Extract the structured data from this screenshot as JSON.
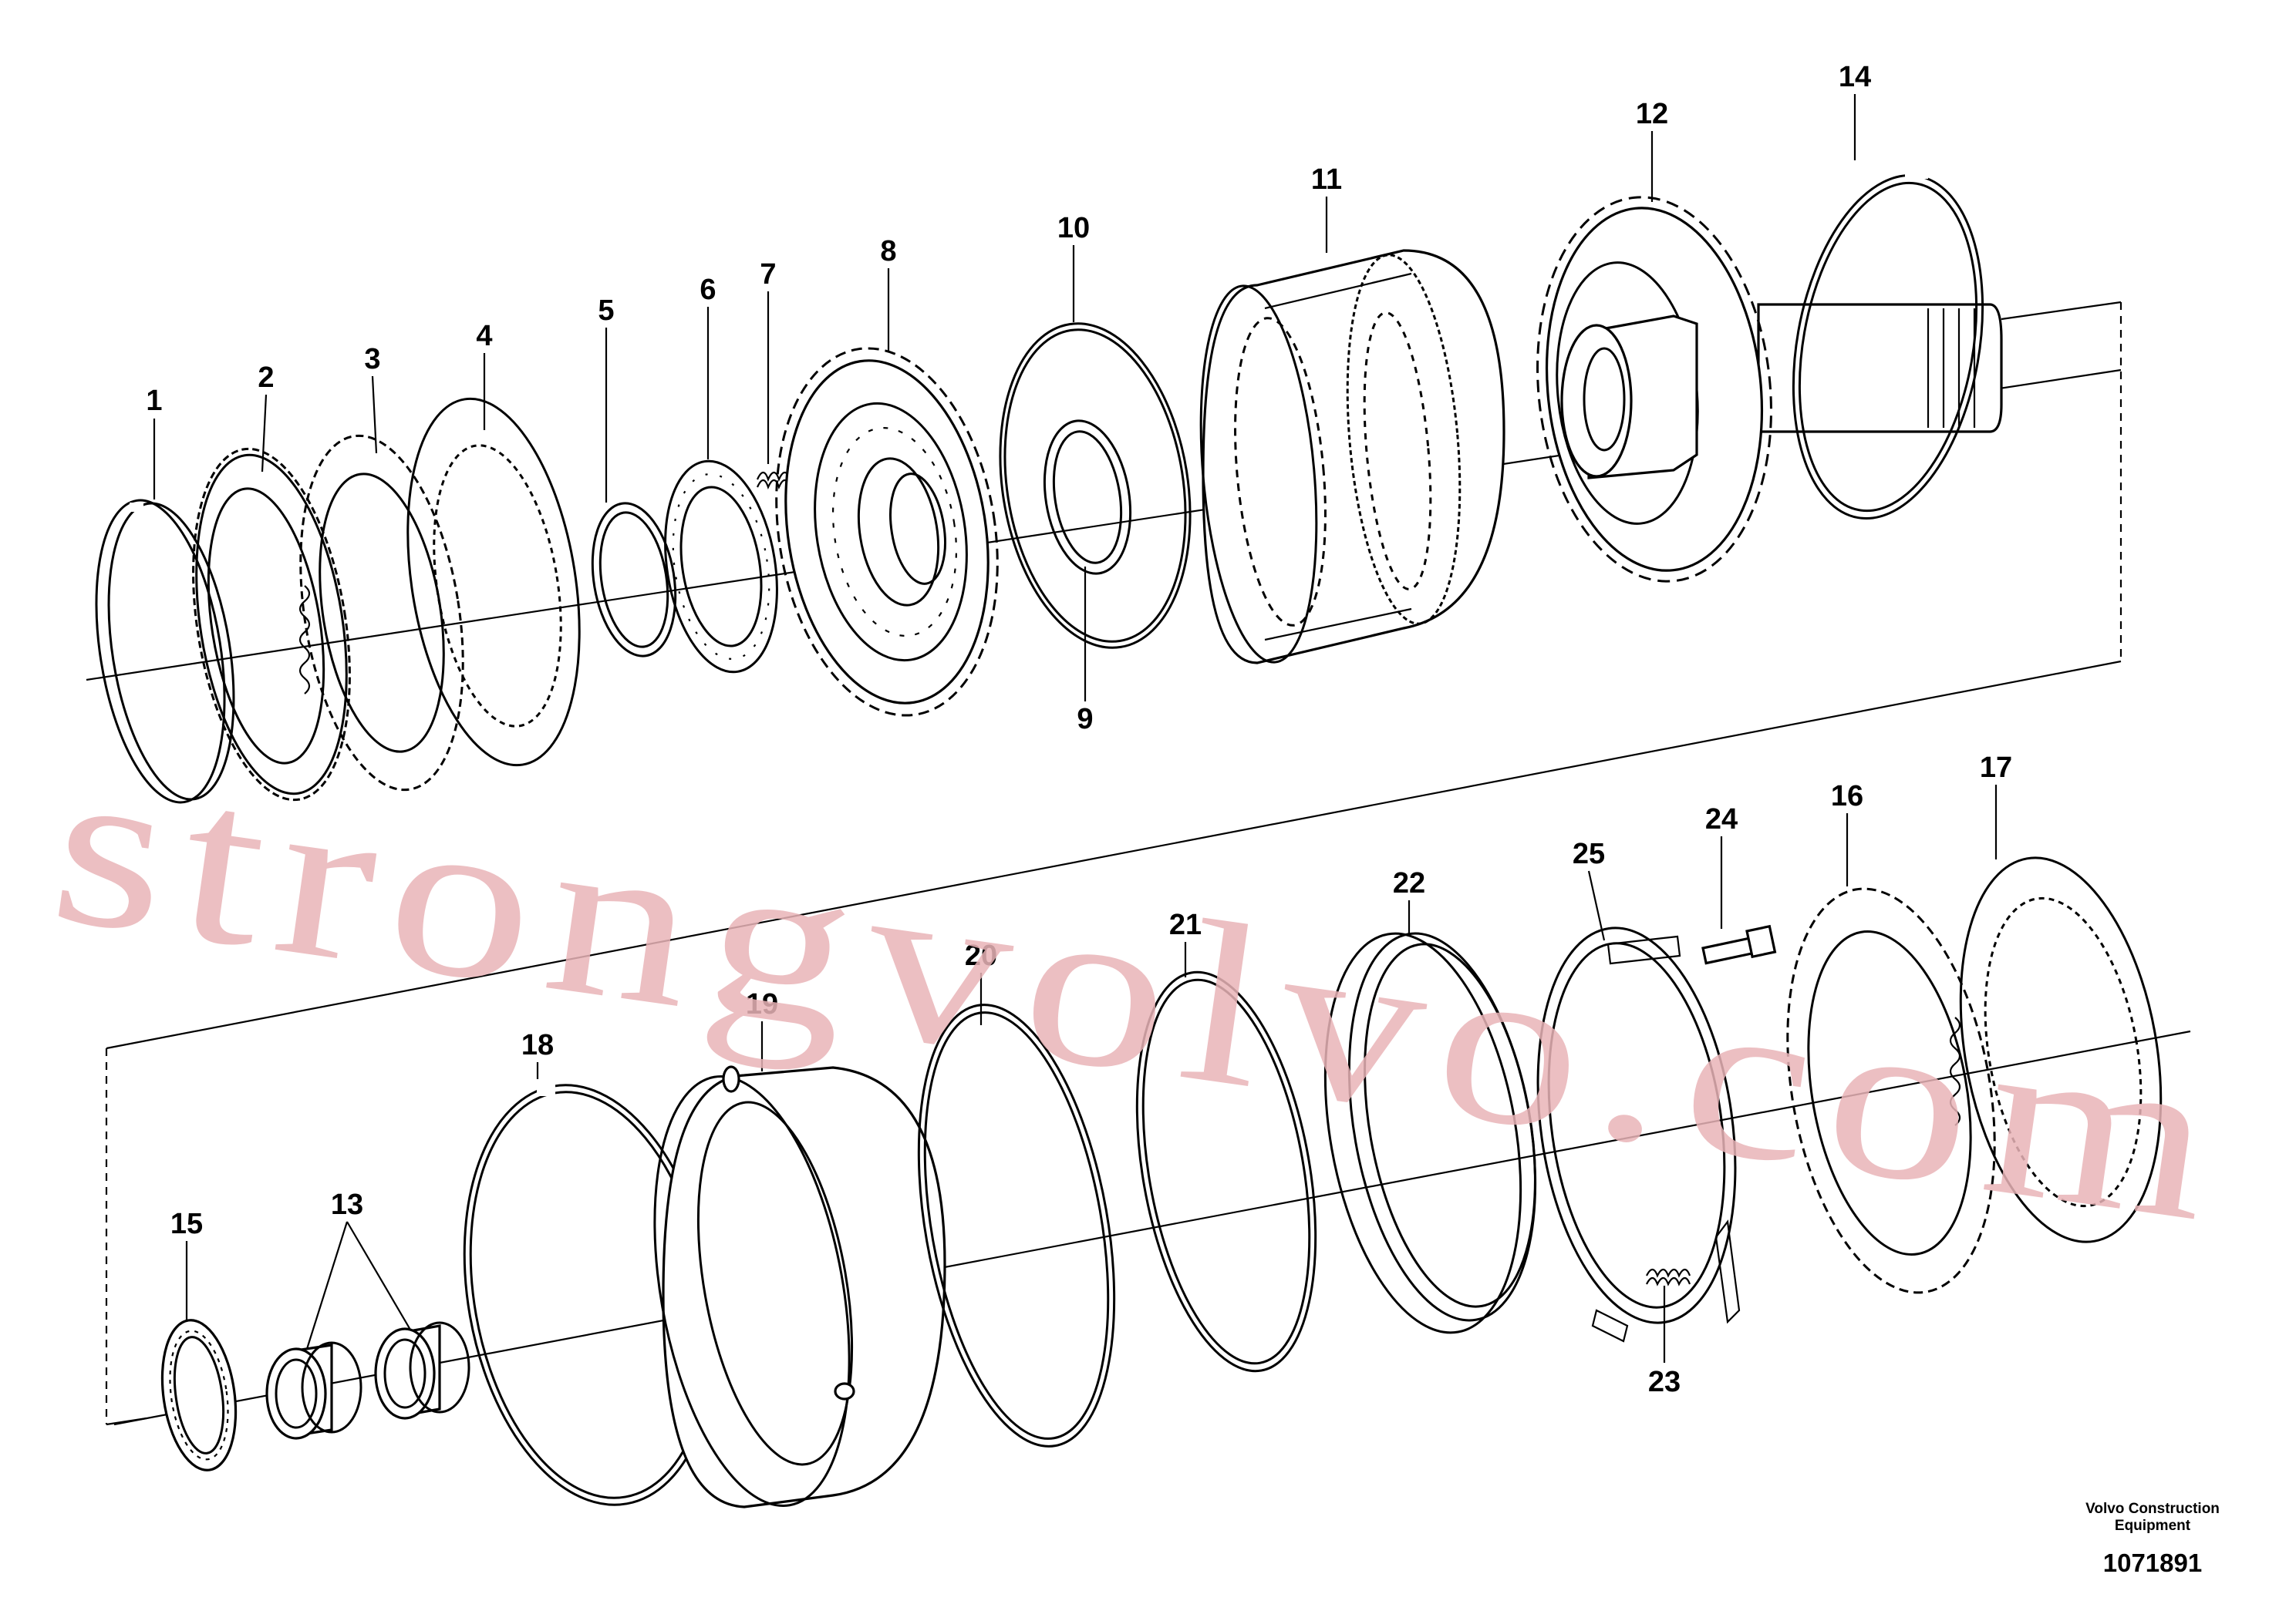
{
  "diagram": {
    "callouts": [
      "1",
      "2",
      "3",
      "4",
      "5",
      "6",
      "7",
      "8",
      "9",
      "10",
      "11",
      "12",
      "13",
      "14",
      "15",
      "16",
      "17",
      "18",
      "19",
      "20",
      "21",
      "22",
      "23",
      "24",
      "25"
    ],
    "watermark": "strongvolvo.com",
    "credit": {
      "company": "Volvo Construction Equipment",
      "drawing_number": "1071891"
    }
  }
}
